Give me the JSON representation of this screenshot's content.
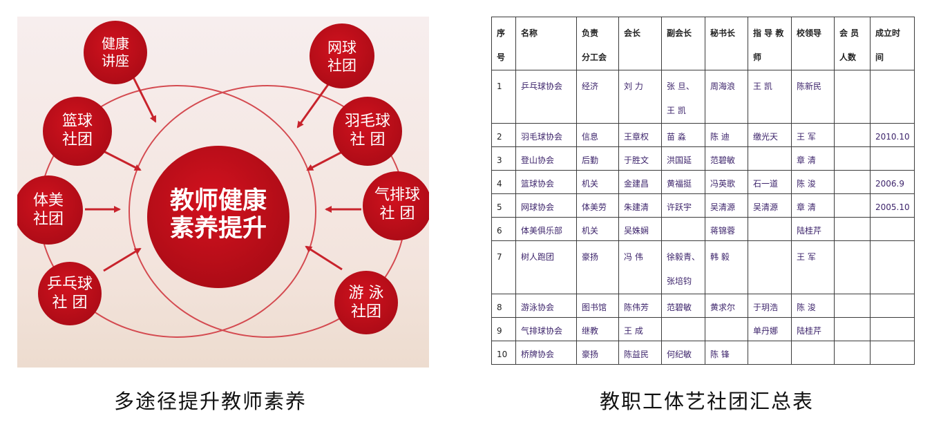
{
  "diagram": {
    "center": {
      "line1": "教师健康",
      "line2": "素养提升"
    },
    "nodes": [
      {
        "id": "jiankang",
        "line1": "健康",
        "line2": "讲座"
      },
      {
        "id": "lanqiu",
        "line1": "篮球",
        "line2": "社团"
      },
      {
        "id": "timei",
        "line1": "体美",
        "line2": "社团"
      },
      {
        "id": "pingpang",
        "line1": "乒乓球",
        "line2": "社 团"
      },
      {
        "id": "wangqiu",
        "line1": "网球",
        "line2": "社团"
      },
      {
        "id": "yumao",
        "line1": "羽毛球",
        "line2": "社 团"
      },
      {
        "id": "qipai",
        "line1": "气排球",
        "line2": "社 团"
      },
      {
        "id": "youyong",
        "line1": "游 泳",
        "line2": "社团"
      }
    ],
    "caption": "多途径提升教师素养"
  },
  "table": {
    "headers": [
      {
        "l1": "序",
        "l2": "号"
      },
      {
        "l1": "名称",
        "l2": ""
      },
      {
        "l1": "负责",
        "l2": "分工会"
      },
      {
        "l1": "会长",
        "l2": ""
      },
      {
        "l1": "副会长",
        "l2": ""
      },
      {
        "l1": "秘书长",
        "l2": ""
      },
      {
        "l1": "指 导 教",
        "l2": "师"
      },
      {
        "l1": "校领导",
        "l2": ""
      },
      {
        "l1": "会 员",
        "l2": "人数"
      },
      {
        "l1": "成立时",
        "l2": "间"
      }
    ],
    "rows": [
      {
        "no": "1",
        "name": "乒乓球协会",
        "unit": "经济",
        "president": "刘 力",
        "vice": "张 旦、",
        "vice2": "王 凯",
        "secretary": "周海浪",
        "coach": "王 凯",
        "leader": "陈新民",
        "members": "",
        "founded": ""
      },
      {
        "no": "2",
        "name": "羽毛球协会",
        "unit": "信息",
        "president": "王章权",
        "vice": "苗 淼",
        "vice2": "",
        "secretary": "陈 迪",
        "coach": "缴光天",
        "leader": "王 军",
        "members": "",
        "founded": "2010.10"
      },
      {
        "no": "3",
        "name": "登山协会",
        "unit": "后勤",
        "president": "于胜文",
        "vice": "洪国延",
        "vice2": "",
        "secretary": "范碧敏",
        "coach": "",
        "leader": "章 清",
        "members": "",
        "founded": ""
      },
      {
        "no": "4",
        "name": "篮球协会",
        "unit": "机关",
        "president": "金建昌",
        "vice": "黄福挺",
        "vice2": "",
        "secretary": "冯英歌",
        "coach": "石一道",
        "leader": "陈 浚",
        "members": "",
        "founded": "2006.9"
      },
      {
        "no": "5",
        "name": "网球协会",
        "unit": "体美劳",
        "president": "朱建清",
        "vice": "许跃宇",
        "vice2": "",
        "secretary": "吴清源",
        "coach": "吴清源",
        "leader": "章 清",
        "members": "",
        "founded": "2005.10"
      },
      {
        "no": "6",
        "name": "体美俱乐部",
        "unit": "机关",
        "president": "吴姝娴",
        "vice": "",
        "vice2": "",
        "secretary": "蒋锦蓉",
        "coach": "",
        "leader": "陆桂芹",
        "members": "",
        "founded": ""
      },
      {
        "no": "7",
        "name": "树人跑团",
        "unit": "豪扬",
        "president": "冯 伟",
        "vice": "徐毅青、",
        "vice2": "张培钧",
        "secretary": "韩 毅",
        "coach": "",
        "leader": "王 军",
        "members": "",
        "founded": ""
      },
      {
        "no": "8",
        "name": "游泳协会",
        "unit": "图书馆",
        "president": "陈伟芳",
        "vice": "范碧敏",
        "vice2": "",
        "secretary": "黄求尔",
        "coach": "于玥浩",
        "leader": "陈 浚",
        "members": "",
        "founded": ""
      },
      {
        "no": "9",
        "name": "气排球协会",
        "unit": "继教",
        "president": "王 成",
        "vice": "",
        "vice2": "",
        "secretary": "",
        "coach": "单丹娜",
        "leader": "陆桂芹",
        "members": "",
        "founded": ""
      },
      {
        "no": "10",
        "name": "桥牌协会",
        "unit": "豪扬",
        "president": "陈益民",
        "vice": "何纪敏",
        "vice2": "",
        "secretary": "陈 锋",
        "coach": "",
        "leader": "",
        "members": "",
        "founded": ""
      }
    ],
    "caption": "教职工体艺社团汇总表"
  },
  "colors": {
    "circle": "#c30d1a",
    "circle_dark": "#a80a14",
    "arrow": "#c8232c",
    "ring": "#d9434a",
    "table_text": "#3d246b"
  }
}
